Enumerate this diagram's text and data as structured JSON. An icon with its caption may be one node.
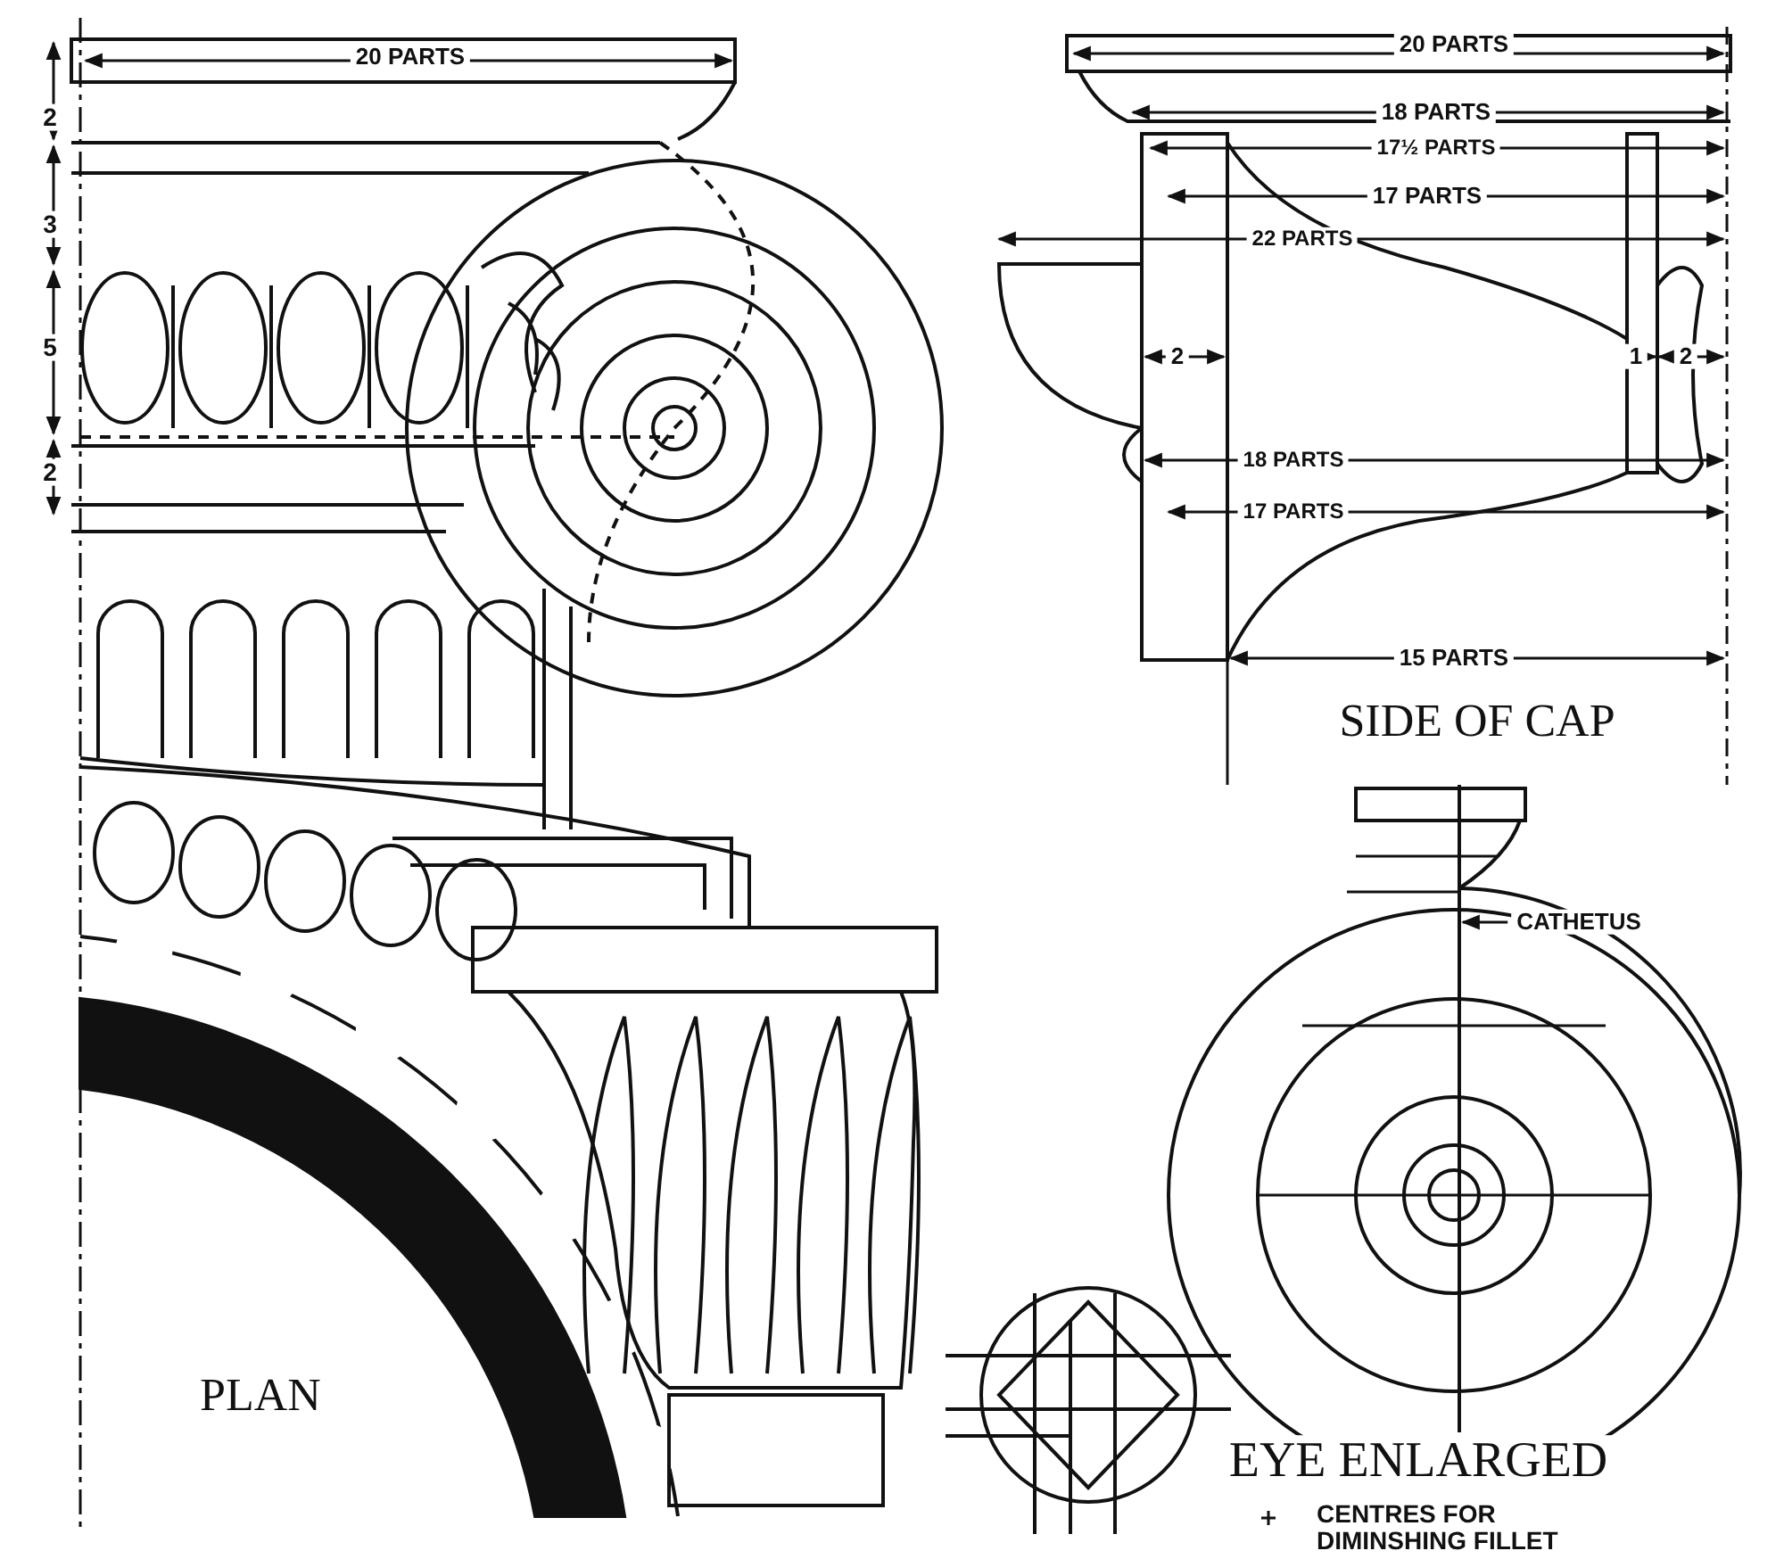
{
  "diagram": {
    "nodes": [
      {
        "text": [
          "CATHETUS"
        ]
      },
      {
        "text": [],
        "shape": "bar"
      }
    ],
    "edges": [
      {
        "from": 0,
        "to": 1,
        "arrow": "to"
      }
    ],
    "labels": [
      "20 PARTS",
      "2",
      "3",
      "5",
      "2",
      "20 PARTS",
      "18 PARTS",
      "17½ PARTS",
      "17 PARTS",
      "22 PARTS",
      "2",
      "1",
      "2",
      "18 PARTS",
      "17 PARTS",
      "15 PARTS",
      "SIDE OF CAP",
      "PLAN",
      "EYE ENLARGED",
      "CENTRES FOR DIMINSHING FILLET"
    ]
  }
}
